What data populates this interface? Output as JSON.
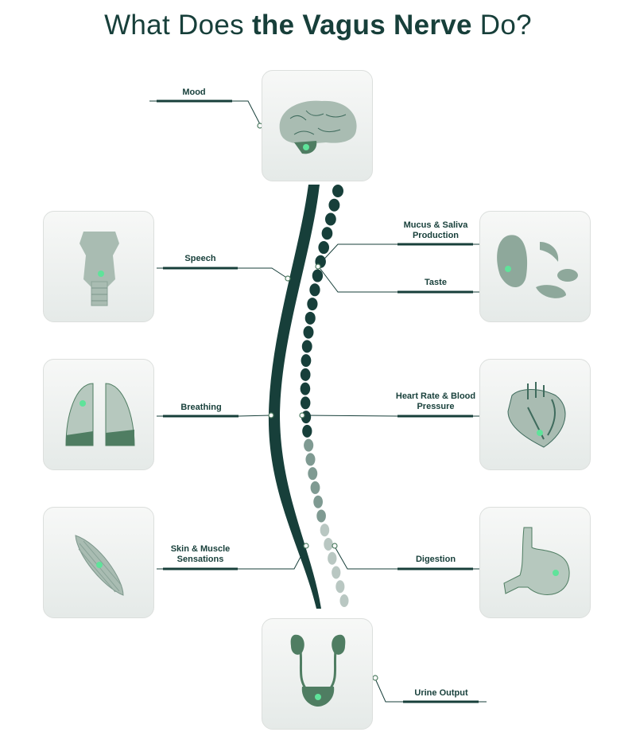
{
  "title": {
    "part1": "What Does ",
    "bold": "the Vagus Nerve",
    "part2": " Do?"
  },
  "functions": {
    "mood": "Mood",
    "speech": "Speech",
    "breathing": "Breathing",
    "skin_muscle": "Skin & Muscle Sensations",
    "mucus_saliva": "Mucus & Saliva Production",
    "taste": "Taste",
    "heart": "Heart Rate & Blood Pressure",
    "digestion": "Digestion",
    "urine": "Urine Output"
  },
  "colors": {
    "dark": "#173f3a",
    "organ": "#a9bcb2",
    "organ_dark": "#4f7d62",
    "glow": "#5fe39a",
    "card_border": "#dcdfdd"
  }
}
